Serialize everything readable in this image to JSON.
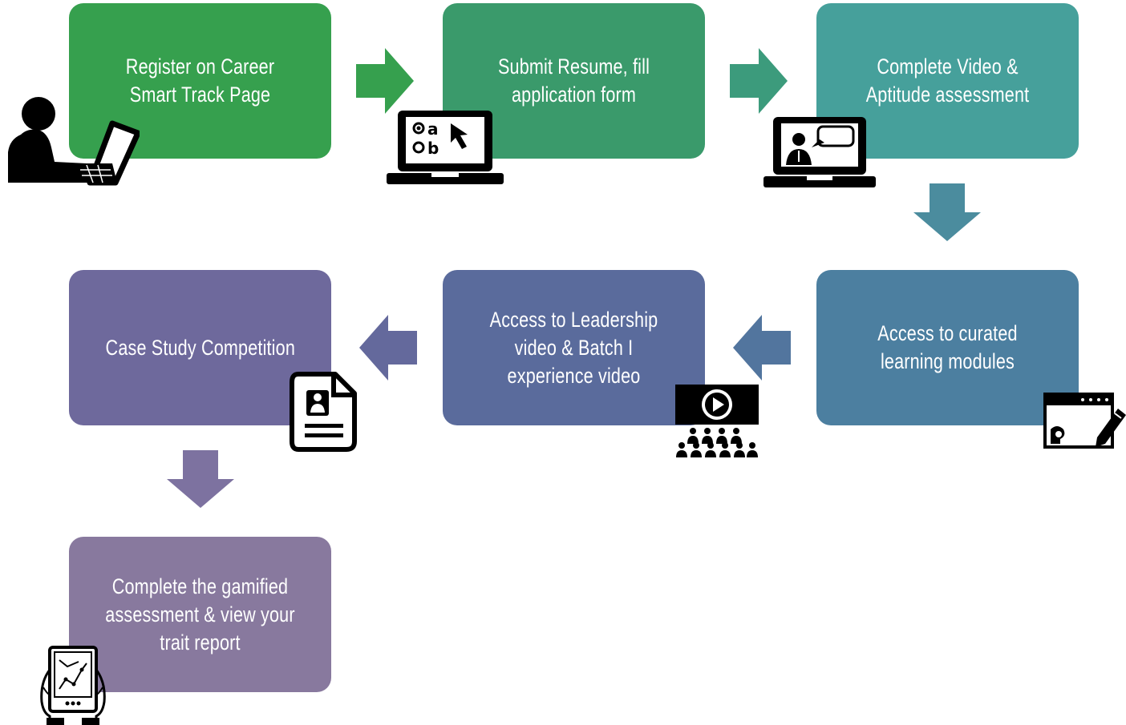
{
  "steps": [
    {
      "label": "Register on Career Smart Track Page",
      "color": "#36a04e"
    },
    {
      "label": "Submit Resume, fill application form",
      "color": "#3a9a6b"
    },
    {
      "label": "Complete Video & Aptitude assessment",
      "color": "#46a09b"
    },
    {
      "label": "Access to curated learning modules",
      "color": "#4c7fa0"
    },
    {
      "label": "Access to Leadership video & Batch I experience video",
      "color": "#5a6b9c"
    },
    {
      "label": "Case Study Competition",
      "color": "#6e699c"
    },
    {
      "label": "Complete the gamified assessment & view your trait report",
      "color": "#88799e"
    }
  ],
  "icons": [
    "person-laptop-icon",
    "laptop-quiz-icon",
    "laptop-video-call-icon",
    "edit-window-icon",
    "video-audience-icon",
    "profile-document-icon",
    "tablet-hands-icon"
  ]
}
